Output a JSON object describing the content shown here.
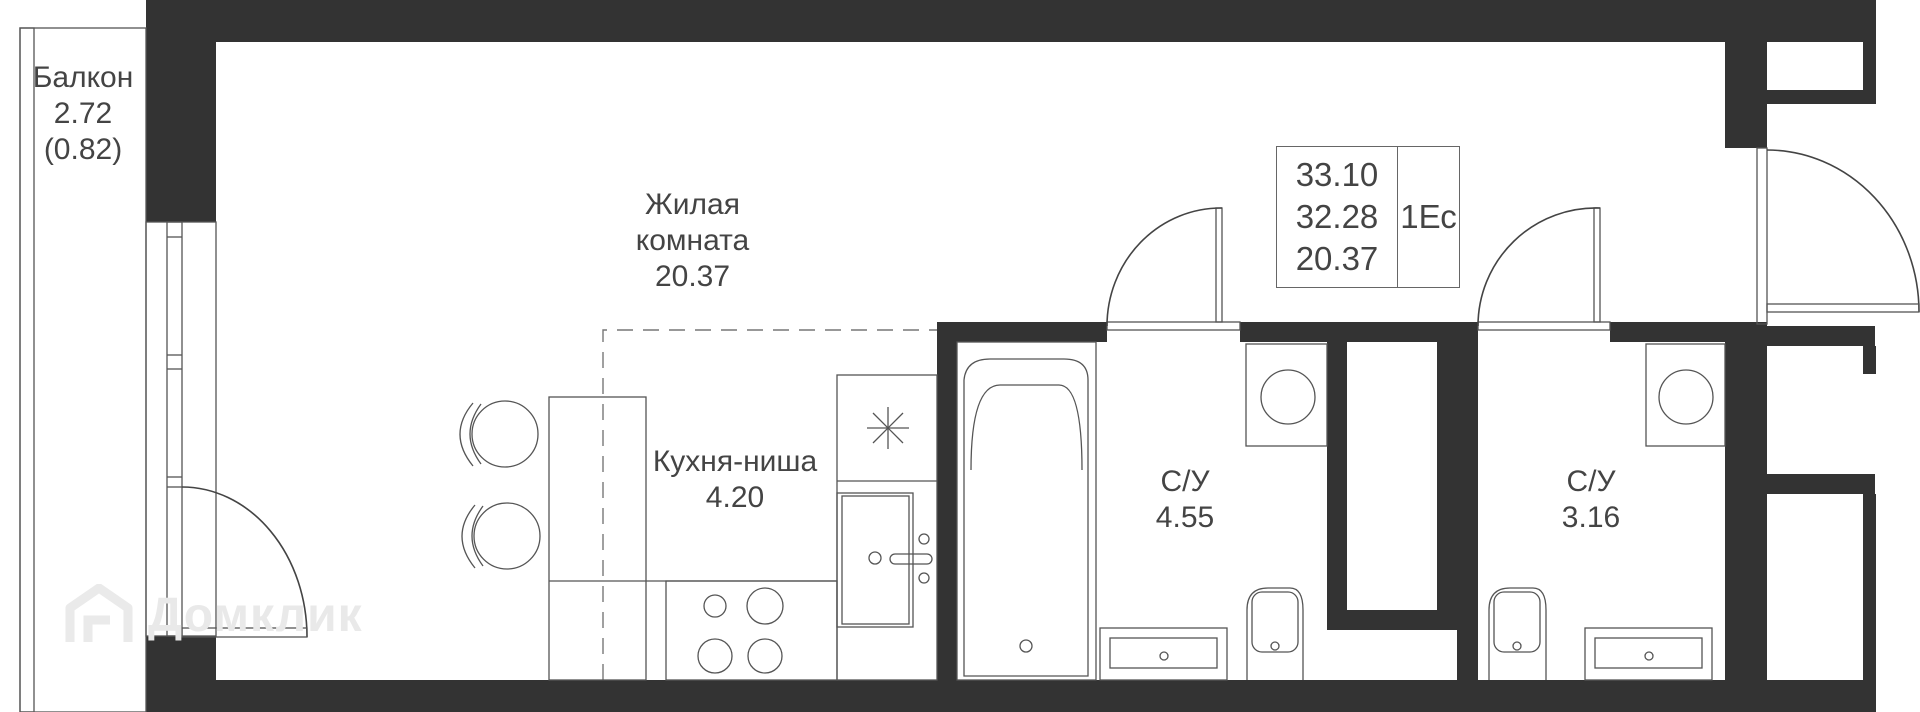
{
  "plan": {
    "type": "apartment-floor-plan",
    "wall_color": "#333333",
    "line_color": "#444444",
    "background": "#ffffff"
  },
  "summary": {
    "total_area": "33.10",
    "area_without_balcony": "32.28",
    "living_area": "20.37",
    "apartment_type": "1Ес"
  },
  "rooms": {
    "balcony": {
      "name": "Балкон",
      "area": "2.72",
      "reduced_area": "(0.82)"
    },
    "living_room": {
      "name_line1": "Жилая",
      "name_line2": "комната",
      "area": "20.37"
    },
    "kitchen": {
      "name": "Кухня-ниша",
      "area": "4.20"
    },
    "bathroom_1": {
      "name": "С/У",
      "area": "4.55"
    },
    "bathroom_2": {
      "name": "С/У",
      "area": "3.16"
    }
  },
  "watermark": {
    "text": "Домклик",
    "icon": "house-logo-icon"
  }
}
